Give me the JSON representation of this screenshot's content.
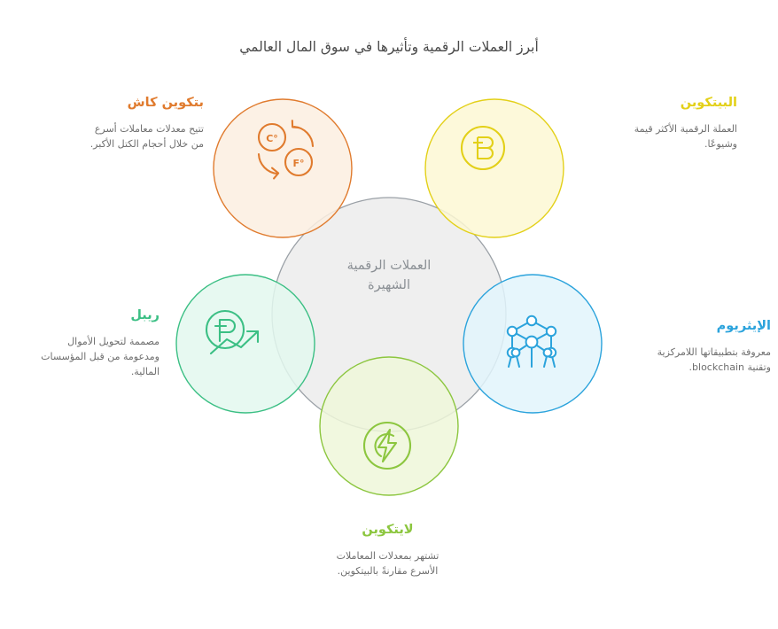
{
  "page": {
    "title": "أبرز العملات الرقمية وتأثيرها في سوق المال العالمي",
    "background_color": "#ffffff"
  },
  "diagram": {
    "type": "overlapping-circles",
    "center": {
      "line1": "العملات الرقمية",
      "line2": "الشهيرة",
      "fill_color": "#efefef",
      "stroke_color": "#9aa0a6",
      "text_color": "#8a8f94"
    },
    "nodes": [
      {
        "key": "bitcoin_cash",
        "title": "بتكوين كاش",
        "desc_line1": "تتيح معدلات معاملات أسرع",
        "desc_line2": "من خلال أحجام الكتل الأكبر.",
        "color": "#e07b2e",
        "fill": "#fceee0",
        "icon": "temperature-exchange-icon",
        "position": "top-left"
      },
      {
        "key": "bitcoin",
        "title": "البيتكوين",
        "desc_line1": "العملة الرقمية الأكثر قيمة",
        "desc_line2": "وشيوعًا.",
        "color": "#e3d018",
        "fill": "#fdf8d4",
        "icon": "bitcoin-coin-icon",
        "position": "top-right"
      },
      {
        "key": "ethereum",
        "title": "الإيثريوم",
        "desc_line1": "معروفة بتطبيقاتها اللامركزية",
        "desc_line2": "وتقنية blockchain.",
        "color": "#2ba3dc",
        "fill": "#e2f4fc",
        "icon": "atomium-network-icon",
        "position": "right"
      },
      {
        "key": "ripple",
        "title": "ريبل",
        "desc_line1": "مصممة لتحويل الأموال",
        "desc_line2": "ومدعومة من قبل المؤسسات",
        "desc_line3": "المالية.",
        "color": "#3bbf84",
        "fill": "#e3f8ee",
        "icon": "coin-growth-arrow-icon",
        "position": "left"
      },
      {
        "key": "litecoin",
        "title": "لايتكوين",
        "desc_line1": "تشتهر بمعدلات المعاملات",
        "desc_line2": "الأسرع مقارنةً بالبيتكوين.",
        "color": "#8cc63f",
        "fill": "#eef7d9",
        "icon": "lightning-coin-icon",
        "position": "bottom"
      }
    ]
  },
  "icons": {
    "bitcoin_cash_labels": {
      "left": "°C",
      "right": "°F"
    },
    "bitcoin_symbol": "B"
  }
}
